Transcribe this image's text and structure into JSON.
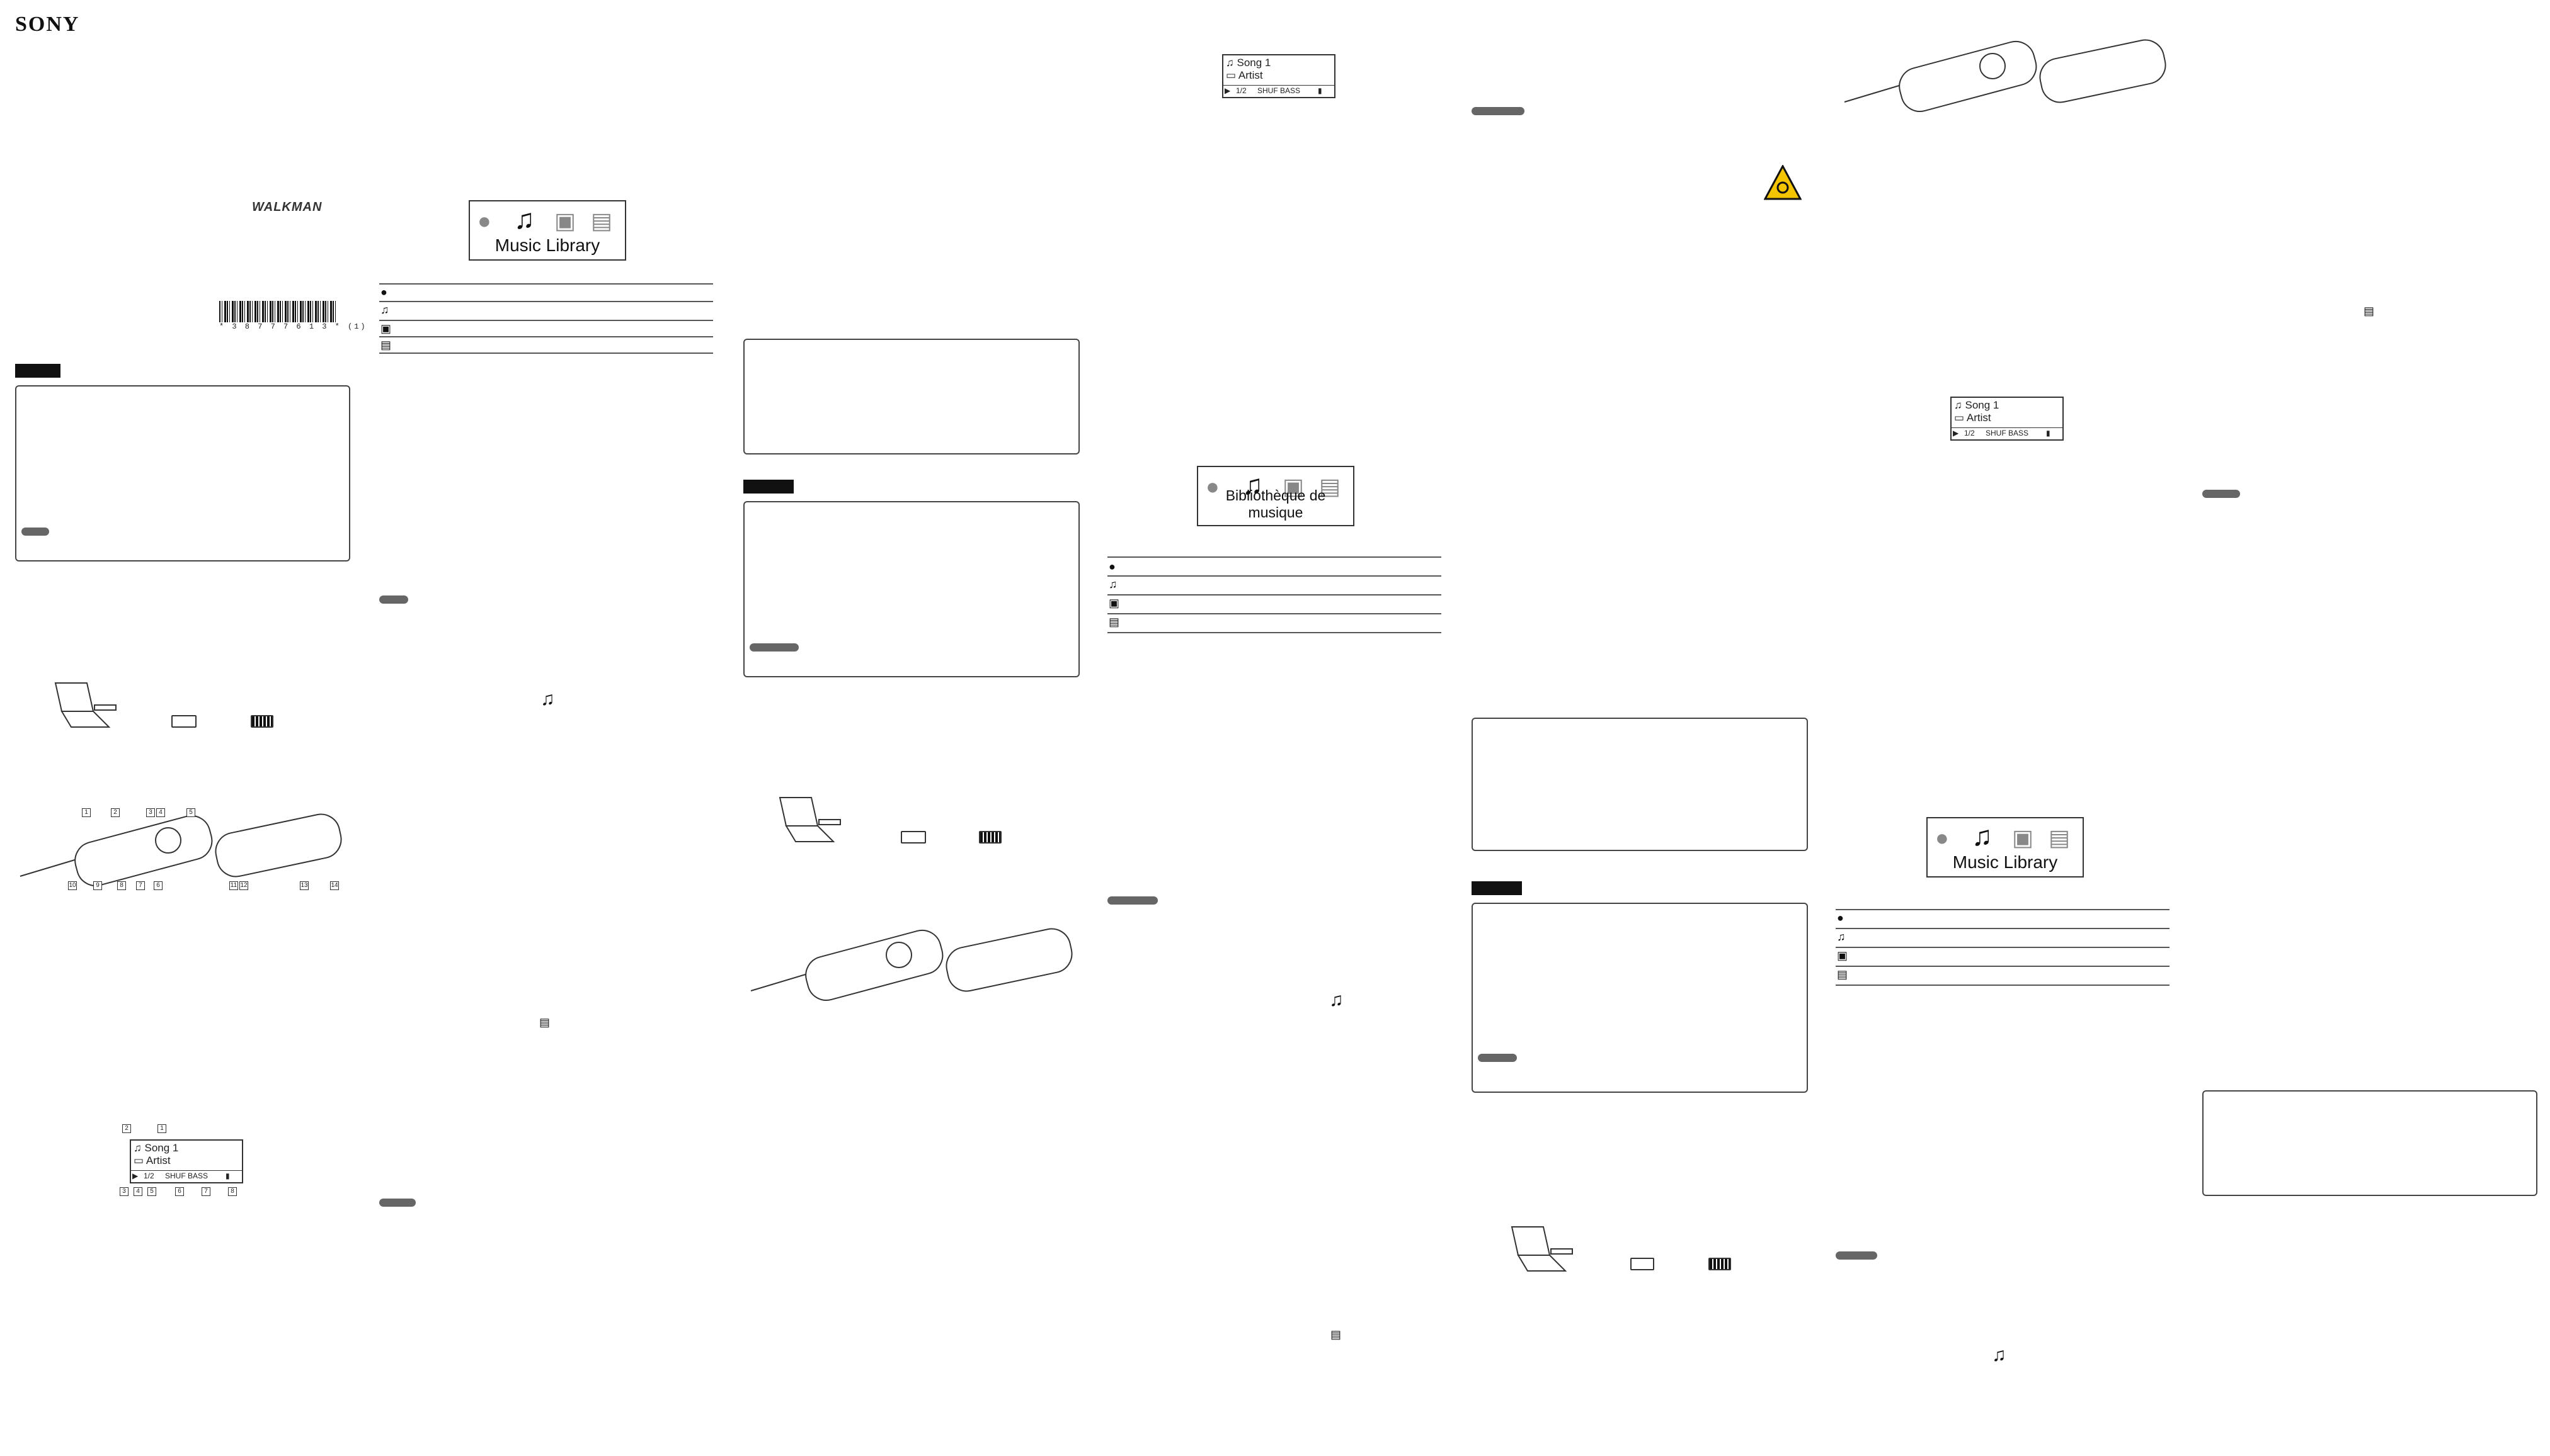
{
  "brand": "SONY",
  "product_logo": "WALKMAN",
  "barcode_number": "* 3 8 7 7 7 6 1 3 *  (1)",
  "menu_home_en": "Music Library",
  "menu_home_fr": "Bibliothèque de musique",
  "lcd": {
    "line1": "Song 1",
    "line2": "Artist",
    "status_track": "1/2",
    "status_mode": "SHUF",
    "status_eq": "BASS"
  },
  "player_callouts": [
    "1",
    "2",
    "3",
    "4",
    "5",
    "6",
    "7",
    "8",
    "9",
    "10",
    "11",
    "12",
    "13",
    "14"
  ],
  "lcd_callouts_top": [
    "2",
    "1"
  ],
  "lcd_callouts_bottom": [
    "3",
    "4",
    "5",
    "6",
    "7",
    "8"
  ],
  "icons": {
    "menu": [
      "speech-bubble-icon",
      "music-note-icon",
      "radio-icon",
      "toolbox-icon"
    ],
    "warning": "hearing-warning-icon"
  }
}
